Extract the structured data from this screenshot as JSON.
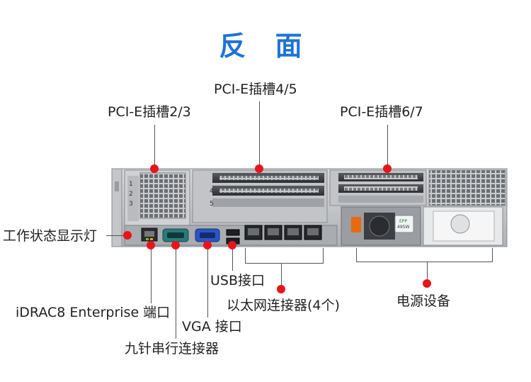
{
  "title": "反 面",
  "labels": {
    "pcie_23": "PCI-E插槽2/3",
    "pcie_45": "PCI-E插槽4/5",
    "pcie_67": "PCI-E插槽6/7",
    "status_led": "工作状态显示灯",
    "idrac": "iDRAC8 Enterprise 端口",
    "vga": "VGA 接口",
    "serial": "九针串行连接器",
    "usb": "USB接口",
    "ethernet": "以太网连接器(4个)",
    "psu": "电源设备"
  },
  "chassis_text": {
    "psu_badge_top": "EPP",
    "psu_badge_watt": "495W",
    "slot_numbers": [
      "1",
      "2",
      "3",
      "4",
      "5"
    ]
  },
  "colors": {
    "title": "#1e73d8",
    "marker": "#e8141c",
    "vga_port": "#2b54c8",
    "serial_port": "#2a7a7a",
    "psu_tab": "#e86a10"
  }
}
